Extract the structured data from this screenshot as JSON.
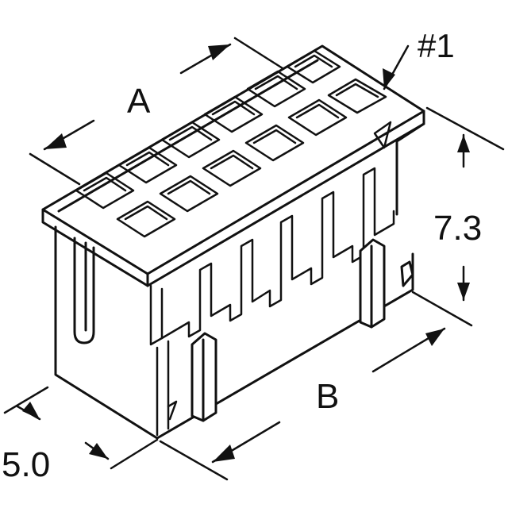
{
  "labels": {
    "pin1": "#1",
    "dim_a": "A",
    "dim_b": "B",
    "height": "7.3",
    "depth": "5.0"
  },
  "colors": {
    "line": "#111111",
    "background": "#ffffff"
  }
}
